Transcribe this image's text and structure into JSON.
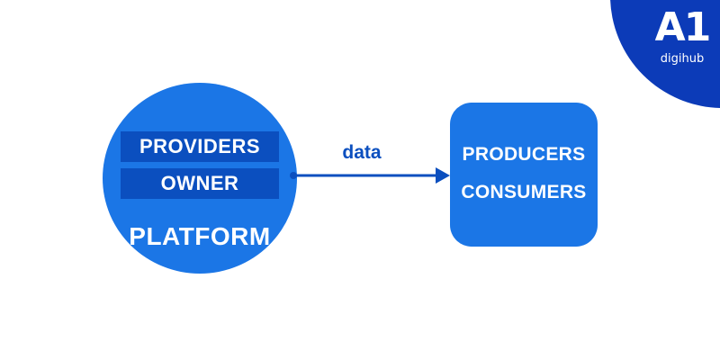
{
  "logo": {
    "main": "A1",
    "sub": "digihub"
  },
  "platform": {
    "bands": [
      "PROVIDERS",
      "OWNER"
    ],
    "label": "PLATFORM"
  },
  "edge": {
    "label": "data"
  },
  "target": {
    "lines": [
      "PRODUCERS",
      "CONSUMERS"
    ]
  },
  "colors": {
    "node_fill": "#1b76e6",
    "band_fill": "#0b4fbf",
    "logo_fill": "#0c3bb8",
    "arrow": "#0b4fbf",
    "text_on_node": "#ffffff"
  }
}
